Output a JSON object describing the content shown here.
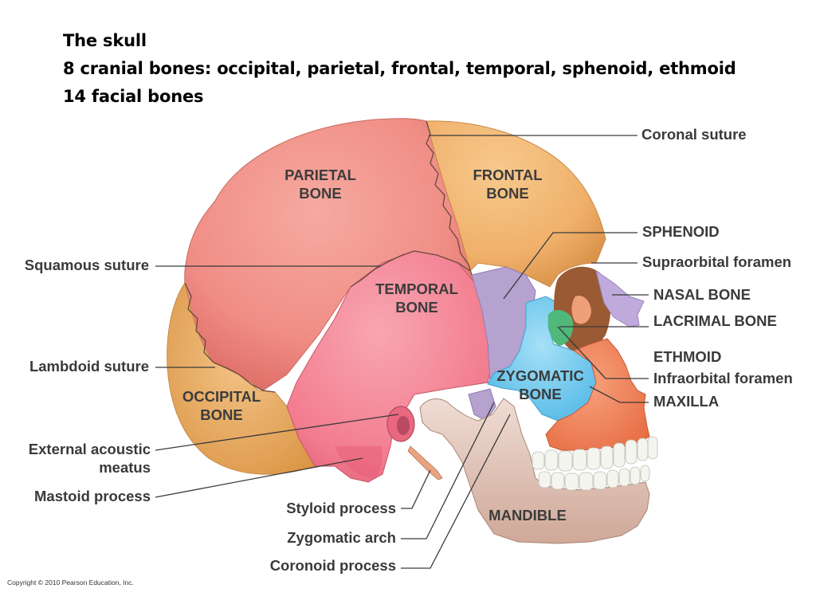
{
  "title": {
    "line1": "The skull",
    "line2": "8 cranial bones: occipital, parietal, frontal, temporal, sphenoid, ethmoid",
    "line3": "14 facial bones"
  },
  "bone_labels": {
    "parietal_1": "PARIETAL",
    "parietal_2": "BONE",
    "frontal_1": "FRONTAL",
    "frontal_2": "BONE",
    "temporal_1": "TEMPORAL",
    "temporal_2": "BONE",
    "zygomatic_1": "ZYGOMATIC",
    "zygomatic_2": "BONE",
    "occipital_1": "OCCIPITAL",
    "occipital_2": "BONE",
    "mandible": "MANDIBLE"
  },
  "callouts_left": {
    "squamous_suture": "Squamous suture",
    "lambdoid_suture": "Lambdoid suture",
    "external_acoustic_1": "External acoustic",
    "external_acoustic_2": "meatus",
    "mastoid_process": "Mastoid process"
  },
  "callouts_right": {
    "coronal_suture": "Coronal suture",
    "sphenoid": "SPHENOID",
    "supraorbital_foramen": "Supraorbital foramen",
    "nasal_bone": "NASAL BONE",
    "lacrimal_bone": "LACRIMAL BONE",
    "ethmoid": "ETHMOID",
    "infraorbital_foramen": "Infraorbital foramen",
    "maxilla": "MAXILLA"
  },
  "callouts_bottom": {
    "styloid_process": "Styloid process",
    "zygomatic_arch": "Zygomatic arch",
    "coronoid_process": "Coronoid process"
  },
  "copyright": "Copyright © 2010 Pearson Education, Inc.",
  "colors": {
    "parietal": "#f08e86",
    "frontal": "#efb06a",
    "occipital": "#e9ad68",
    "temporal": "#f27c8e",
    "sphenoid": "#b5a2cf",
    "zygomatic": "#7fcff0",
    "maxilla": "#f2875e",
    "mandible": "#e4c9bf",
    "nasal": "#c0aadb",
    "ethmoid_green": "#4fb87a",
    "teeth": "#f4f4ee"
  }
}
